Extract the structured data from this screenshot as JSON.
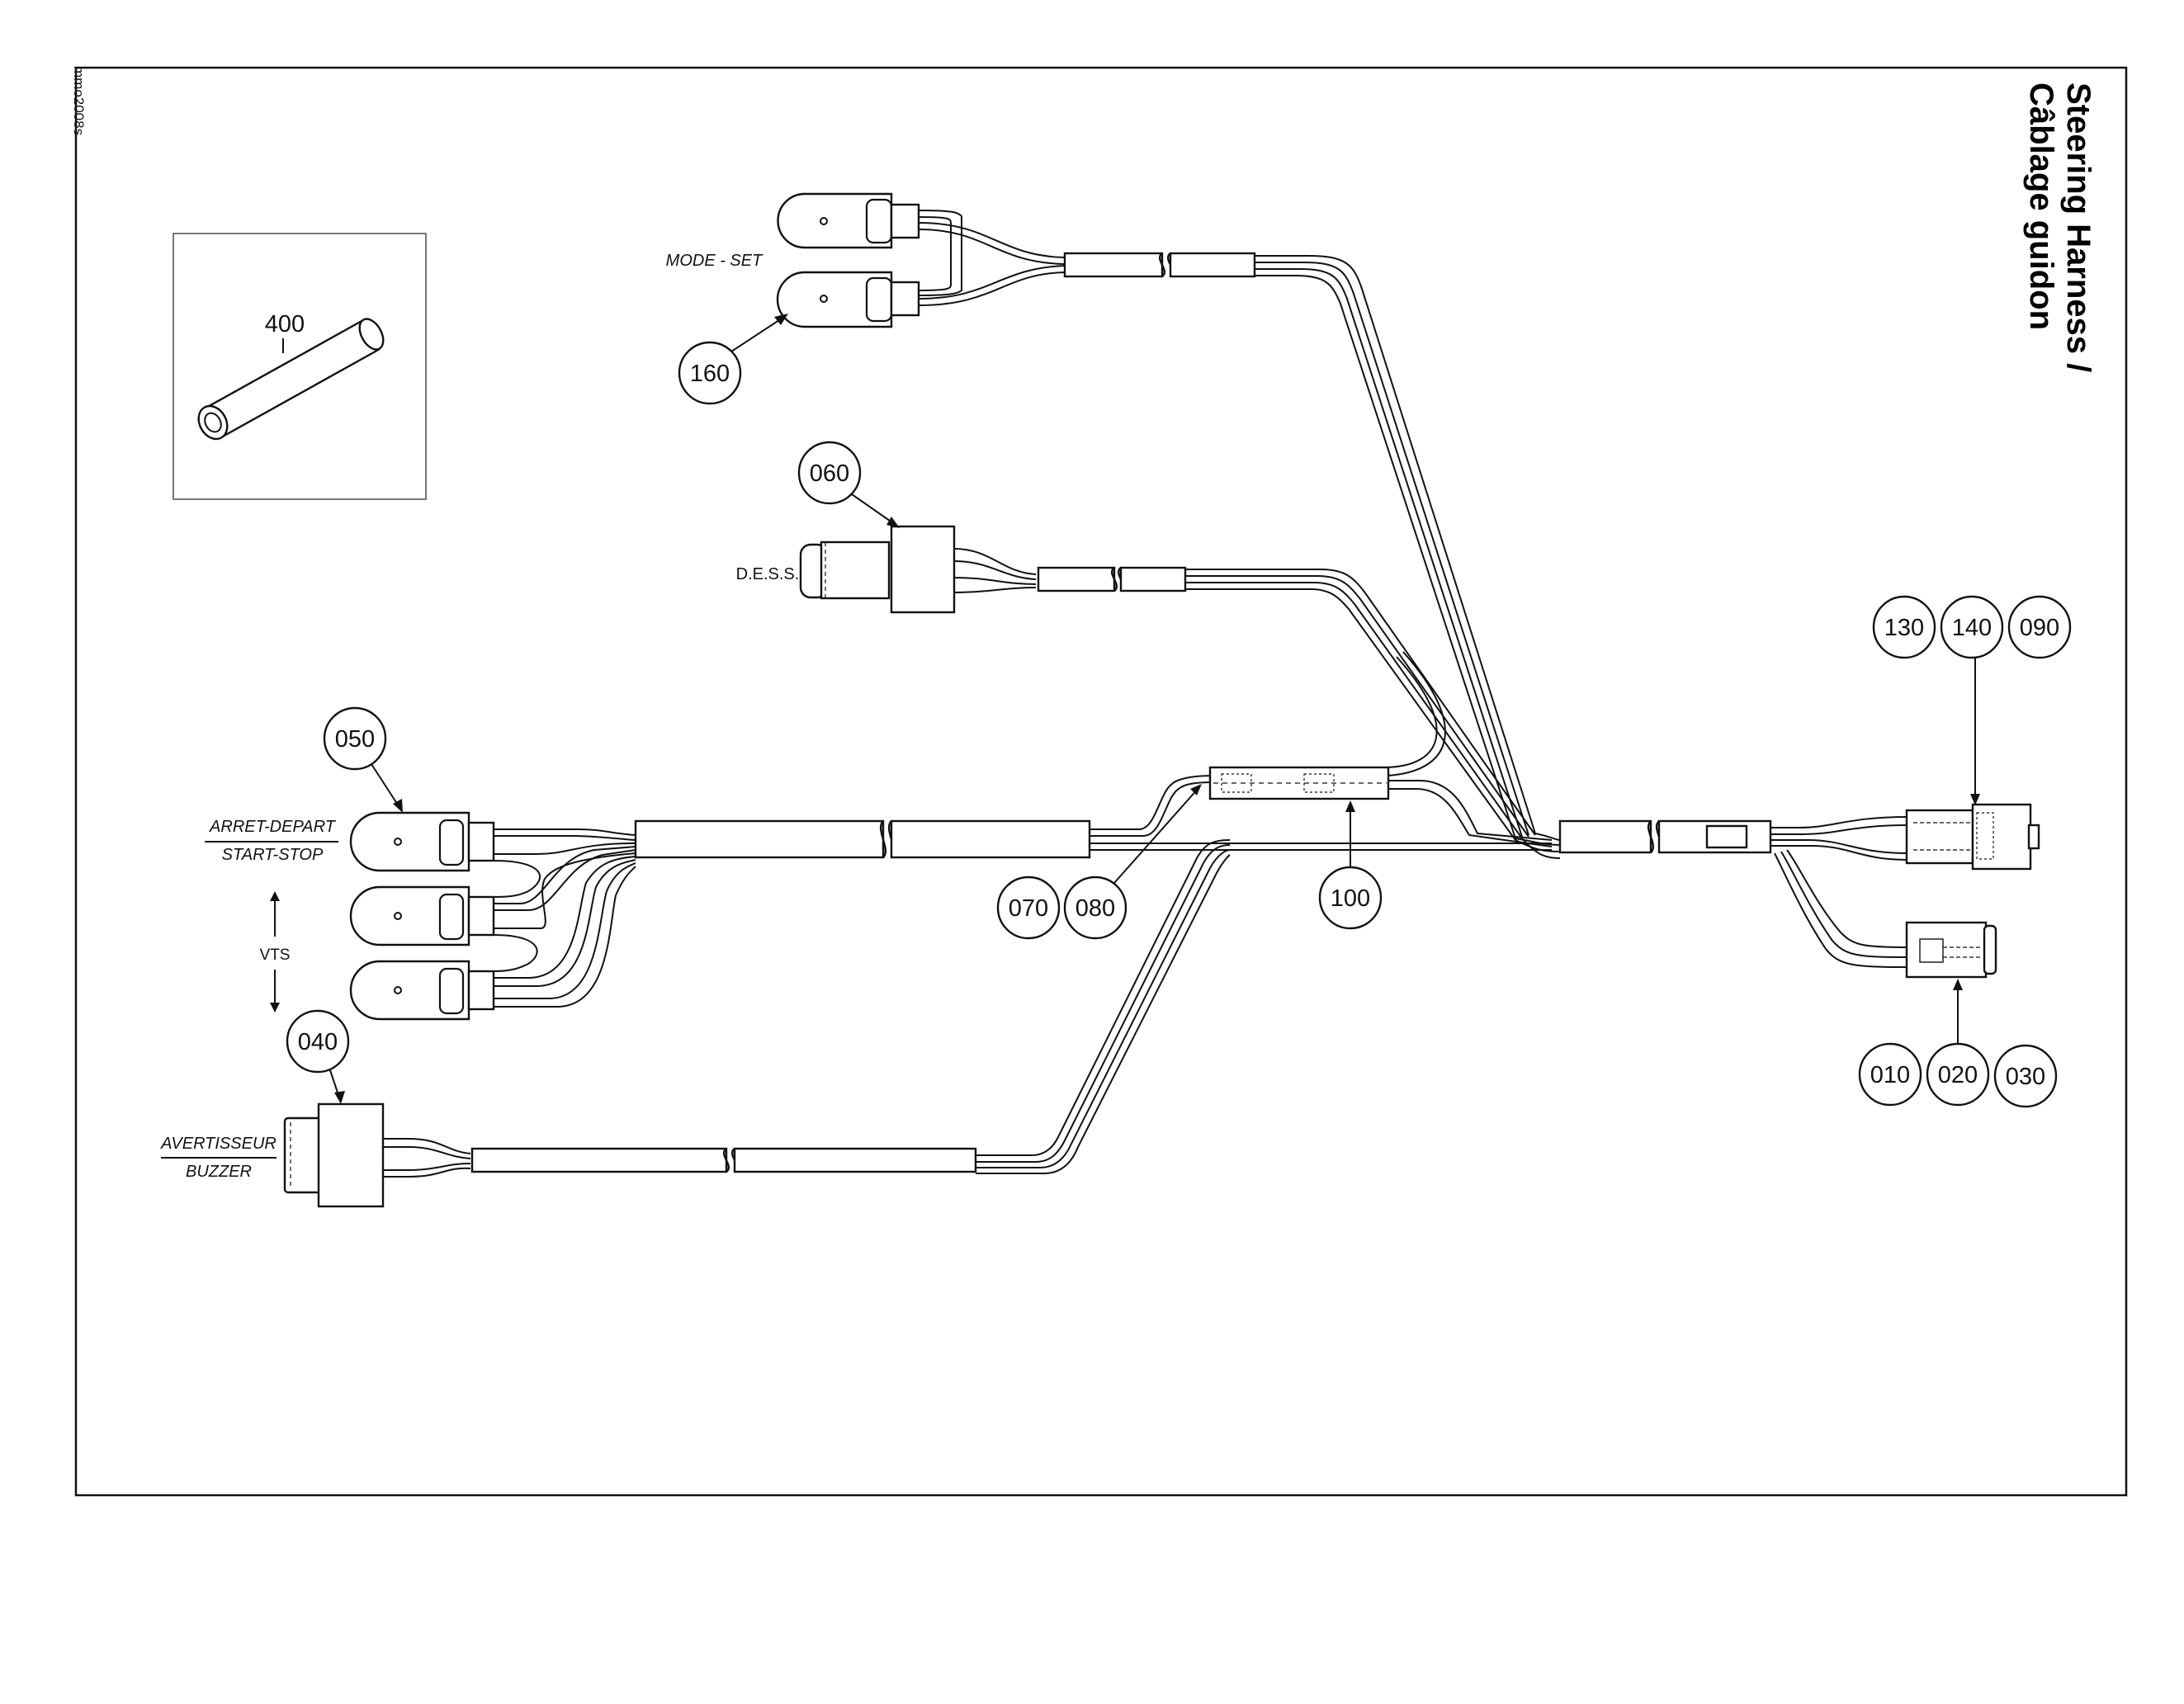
{
  "doc_code": "mmo2008s",
  "title_line1": "Steering Harness /",
  "title_line2": "Câblage guidon",
  "labels": {
    "mode_set": "MODE - SET",
    "dess": "D.E.S.S.",
    "arret_depart": "ARRET-DEPART",
    "start_stop": "START-STOP",
    "vts": "VTS",
    "avertisseur": "AVERTISSEUR",
    "buzzer": "BUZZER"
  },
  "callouts": {
    "c400": "400",
    "c160": "160",
    "c060": "060",
    "c050": "050",
    "c040": "040",
    "c070": "070",
    "c080": "080",
    "c100": "100",
    "c130": "130",
    "c140": "140",
    "c090": "090",
    "c010": "010",
    "c020": "020",
    "c030": "030"
  }
}
